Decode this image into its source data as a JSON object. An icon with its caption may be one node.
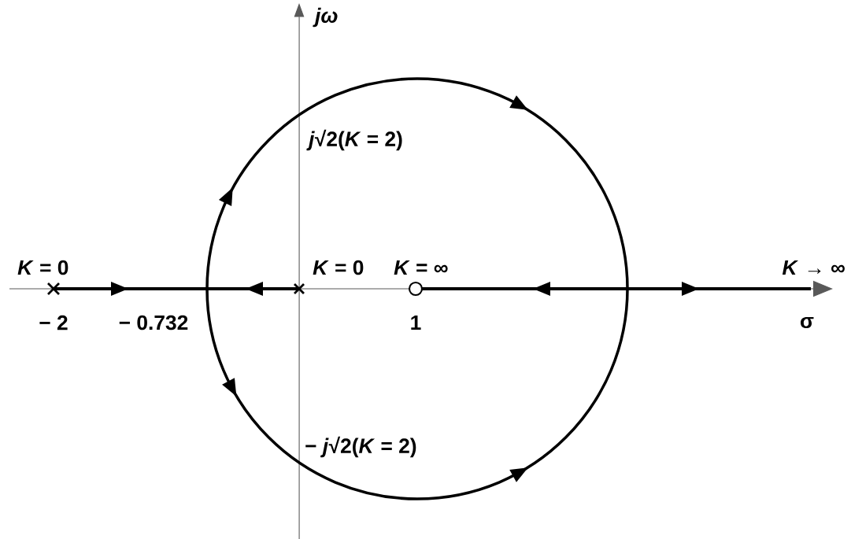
{
  "diagram": {
    "labels": [
      "jω",
      "*j*√2(*K* = 2)",
      "*K* = 0",
      "*K* = 0",
      "*K* = ∞",
      "*K* → ∞",
      "− 2",
      "− 0.732",
      "1",
      "σ",
      "− *j*√2(*K* = 2)"
    ]
  }
}
